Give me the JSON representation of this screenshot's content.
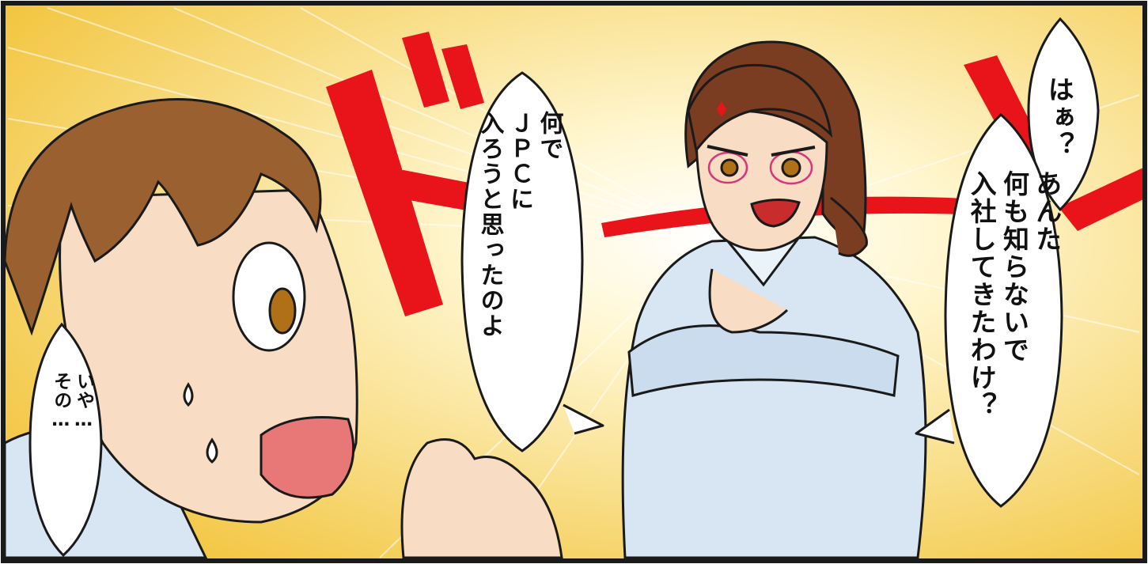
{
  "panel": {
    "colors": {
      "background_light": "#fffbe6",
      "background_warm": "#f4cd4c",
      "sfx_red": "#e8141a",
      "skin": "#f8dcc4",
      "man_hair": "#9a6030",
      "woman_hair": "#7a3d22",
      "uniform": "#d8e6f4",
      "outline": "#1a1a1a"
    },
    "characters": {
      "man": {
        "expression": "surprised",
        "sweat": true
      },
      "woman": {
        "expression": "angry",
        "glasses": true,
        "pose": "arms-crossed",
        "anger_mark": true
      }
    },
    "sfx": {
      "text": "ドン",
      "style": "red-brush"
    },
    "bubbles": {
      "center": "何で\nＪＰＣに\n入ろうと思ったのよ",
      "right_top": "はぁ？",
      "right": "あんた\n何も知らないで\n入社してきたわけ？",
      "left": "いや…\nその…"
    }
  }
}
